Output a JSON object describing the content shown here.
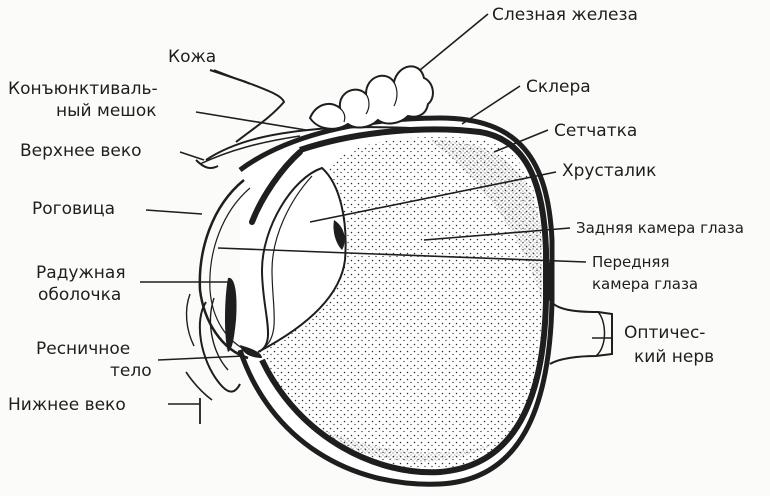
{
  "labels": {
    "lacrimal_gland": "Слезная железа",
    "skin": "Кожа",
    "conjunctival_sac_line1": "Конъюнктиваль-",
    "conjunctival_sac_line2": "ный мешок",
    "upper_eyelid": "Верхнее веко",
    "cornea": "Роговица",
    "iris_line1": "Радужная",
    "iris_line2": "оболочка",
    "ciliary_body_line1": "Ресничное",
    "ciliary_body_line2": "тело",
    "lower_eyelid": "Нижнее веко",
    "sclera": "Склера",
    "retina": "Сетчатка",
    "lens": "Хрусталик",
    "posterior_chamber": "Задняя камера глаза",
    "anterior_chamber_line1": "Передняя",
    "anterior_chamber_line2": "камера глаза",
    "optic_nerve_line1": "Оптичес-",
    "optic_nerve_line2": "кий нерв"
  },
  "colors": {
    "ink": "#1e1e1e",
    "paper": "#fbfbfa"
  }
}
